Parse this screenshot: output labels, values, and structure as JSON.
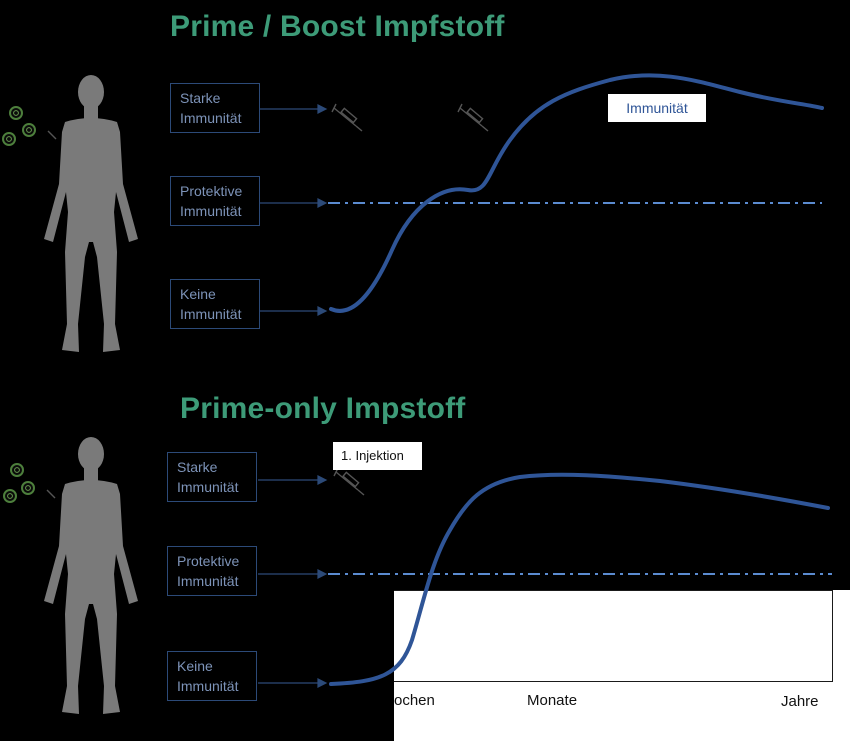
{
  "panels": [
    {
      "title": "Prime / Boost Impfstoff",
      "levels": [
        {
          "line1": "Starke",
          "line2": "Immunität"
        },
        {
          "line1": "Protektive",
          "line2": "Immunität"
        },
        {
          "line1": "Keine",
          "line2": "Immunität"
        }
      ],
      "callout": "Immunität"
    },
    {
      "title": "Prime-only Impstoff",
      "levels": [
        {
          "line1": "Starke",
          "line2": "Immunität"
        },
        {
          "line1": "Protektive",
          "line2": "Immunität"
        },
        {
          "line1": "Keine",
          "line2": "Immunität"
        }
      ],
      "callout": "1. Injektion"
    }
  ],
  "time_axis": [
    "ochen",
    "Monate",
    "Jahre"
  ],
  "colors": {
    "background": "#000000",
    "title": "#3d9b78",
    "curve": "#2f5597",
    "protective_line": "#5b8bd0",
    "level_border": "#2c4a78",
    "level_text": "#7d93b8",
    "figure": "#7a7a7a",
    "callout_text_top": "#2f5597",
    "callout_text_bottom": "#111111"
  },
  "icons": [
    "human-silhouette-icon",
    "virus-cluster-icon",
    "syringe-icon"
  ]
}
